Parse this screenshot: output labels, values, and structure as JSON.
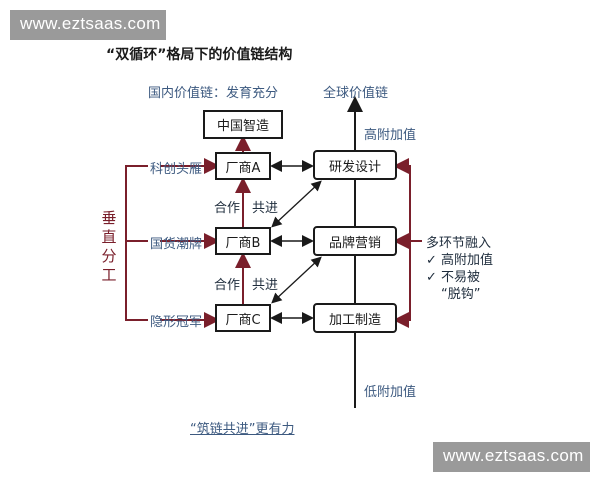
{
  "watermark": {
    "top": "www.eztsaas.com",
    "bottom": "www.eztsaas.com"
  },
  "title": "“双循环”格局下的价值链结构",
  "domestic_label": "国内价值链：发育充分",
  "global_label": "全球价值链",
  "high_value_top": "高附加值",
  "low_value_bottom": "低附加值",
  "china_box": "中国智造",
  "manufacturers": [
    "厂商A",
    "厂商B",
    "厂商C"
  ],
  "tiers": [
    "科创头雁",
    "国货潮牌",
    "隐形冠军"
  ],
  "stages": [
    "研发设计",
    "品牌营销",
    "加工制造"
  ],
  "cooperate": [
    "合作",
    "合作"
  ],
  "advance": [
    "共进",
    "共进"
  ],
  "vertical_label": [
    "垂",
    "直",
    "分",
    "工"
  ],
  "multi_link": "多环节融入",
  "check_mark": "✓",
  "benefits": [
    "高附加值",
    "不易被"
  ],
  "benefit_tail": "“脱钩”",
  "slogan": "“筑链共进”更有力",
  "colors": {
    "line_red": "#7a1f2b",
    "text_blue": "#3d5a80",
    "line_dark": "#1a1a1a"
  }
}
